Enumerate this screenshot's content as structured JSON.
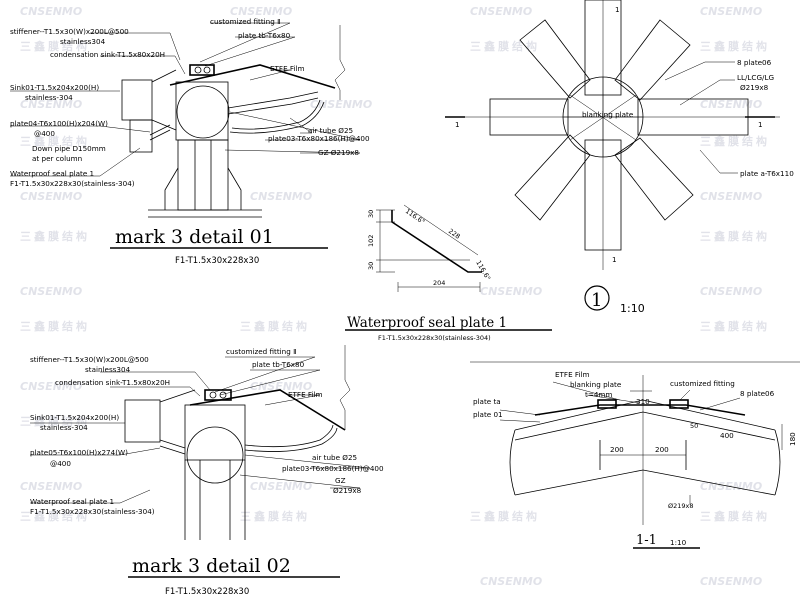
{
  "watermark": {
    "brand": "CNSENMO",
    "chinese": "三鑫膜结构"
  },
  "detail01": {
    "labels": {
      "stiffener": "stiffener--T1.5x30(W)x200L@500",
      "stiffener_mat": "stainless304",
      "custom_fitting": "customized fitting Ⅱ",
      "plate_tb": "plate tb-T6x80",
      "condensation": "condensation sink-T1.5x80x20H",
      "sink": "Sink01-T1.5x204x200(H)",
      "sink_mat": "stainless-304",
      "etfe": "ETFE Film",
      "plate04": "plate04-T6x100(H)x204(W)",
      "plate04_spacing": "@400",
      "down_pipe": "Down pipe D150mm",
      "down_pipe_note": "at per column",
      "air_tube": "air tube Ø25",
      "plate03": "plate03-T6x80x186(H)@400",
      "gz": "GZ Ø219x8",
      "wseal": "Waterproof seal plate 1",
      "f1": "F1-T1.5x30x228x30(stainless-304)"
    },
    "title": "mark 3 detail 01",
    "subtitle": "F1-T1.5x30x228x30"
  },
  "seal": {
    "dims": {
      "d30a": "30",
      "d102": "102",
      "d30b": "30",
      "a1": "116.6°",
      "d228": "228",
      "a2": "116.6°",
      "d204": "204"
    },
    "title": "Waterproof seal plate 1",
    "subtitle": "F1-T1.5x30x228x30(stainless-304)"
  },
  "plan": {
    "section_mark": "1",
    "labels": {
      "blanking": "blanking plate",
      "plate06": "8 plate06",
      "ll": "LL/LCG/LG",
      "ll_size": "Ø219x8",
      "plate_a": "plate a-T6x110"
    },
    "circle_num": "1",
    "scale": "1:10"
  },
  "detail02": {
    "labels": {
      "stiffener": "stiffener--T1.5x30(W)x200L@500",
      "stiffener_mat": "stainless304",
      "custom_fitting": "customized fitting Ⅱ",
      "plate_tb": "plate tb-T6x80",
      "condensation": "condensation sink-T1.5x80x20H",
      "etfe": "ETFE Film",
      "sink": "Sink01-T1.5x204x200(H)",
      "sink_mat": "stainless-304",
      "plate05": "plate05-T6x100(H)x274(W)",
      "plate05_spacing": "@400",
      "air_tube": "air tube Ø25",
      "plate03": "plate03-T6x80x186(H)@400",
      "gz": "GZ",
      "gz_size": "Ø219x8",
      "wseal": "Waterproof seal plate 1",
      "f1": "F1-T1.5x30x228x30(stainless-304)"
    },
    "title": "mark 3 detail 02",
    "subtitle": "F1-T1.5x30x228x30"
  },
  "section": {
    "labels": {
      "etfe": "ETFE Film",
      "blanking": "blanking plate",
      "t4": "t=4mm",
      "custom_fitting": "customized fitting",
      "plate06": "8 plate06",
      "plate_ta": "plate ta",
      "plate01": "plate 01",
      "d310": "310",
      "d50": "50",
      "d400": "400",
      "d180": "180",
      "d200a": "200",
      "d200b": "200",
      "dia": "Ø219x8"
    },
    "title": "1-1",
    "scale": "1:10"
  }
}
